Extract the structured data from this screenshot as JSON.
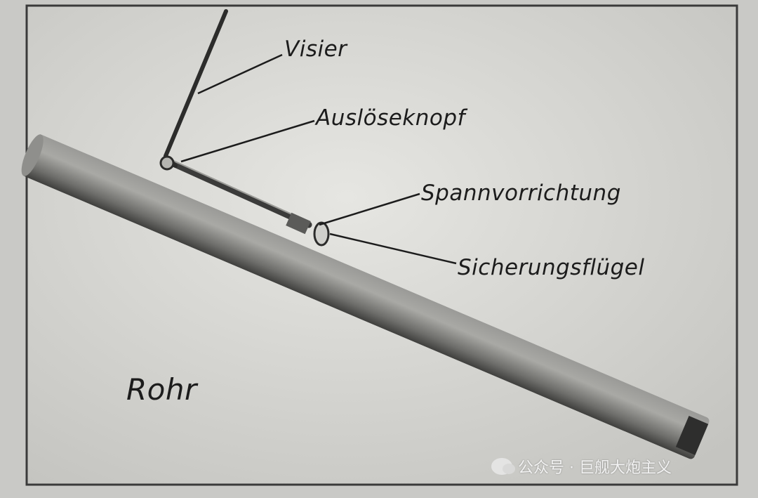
{
  "labels": {
    "visier": "Visier",
    "ausloeseknopf": "Auslöseknopf",
    "spannvorrichtung": "Spannvorrichtung",
    "sicherungsfluegel": "Sicherungsflügel",
    "rohr": "Rohr"
  },
  "watermark": {
    "text": "公众号 · 巨舰大炮主义"
  },
  "colors": {
    "background": "#c9c9c6",
    "photo_paper": "#dcdcd8",
    "tube_light": "#b8b8b4",
    "tube_dark": "#4a4a48",
    "ink": "#1c1c1c"
  }
}
